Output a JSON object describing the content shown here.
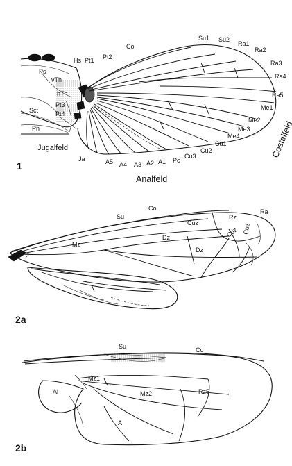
{
  "figure1": {
    "number": "1",
    "labels": {
      "Co": "Co",
      "Su1": "Su1",
      "Su2": "Su2",
      "Ra1": "Ra1",
      "Ra2": "Ra2",
      "Ra3": "Ra3",
      "Ra4": "Ra4",
      "Ra5": "Ra5",
      "Me1": "Me1",
      "Me2": "Me2",
      "Me3": "Me3",
      "Me4": "Me4",
      "Cu1": "Cu1",
      "Cu2": "Cu2",
      "Cu3": "Cu3",
      "Pc": "Pc",
      "A1": "A1",
      "A2": "A2",
      "A3": "A3",
      "A4": "A4",
      "A5": "A5",
      "Ja": "Ja",
      "Hs": "Hs",
      "Pt1": "Pt1",
      "Pt2": "Pt2",
      "Pt3": "Pt3",
      "Pt4": "Pt4",
      "Ps": "Ps",
      "vTh": "vTh",
      "hTh": "hTh",
      "Sct": "Sct",
      "Pn": "Pn",
      "Jugalfeld": "Jugalfeld",
      "Analfeld": "Analfeld",
      "Costalfeld": "Costalfeld"
    }
  },
  "figure2a": {
    "number": "2a",
    "labels": {
      "Su": "Su",
      "Co": "Co",
      "Ra": "Ra",
      "Rz": "Rz",
      "Cuz1": "Cuz",
      "Cuz2": "Cuz",
      "Cuz3": "Cuz",
      "Mz": "Mz",
      "Dz1": "Dz",
      "Dz2": "Dz"
    }
  },
  "figure2b": {
    "number": "2b",
    "labels": {
      "Su": "Su",
      "Co": "Co",
      "Al": "Al",
      "Mz1": "Mz1",
      "Mz2": "Mz2",
      "Rz5": "Rz5",
      "A": "A"
    }
  }
}
